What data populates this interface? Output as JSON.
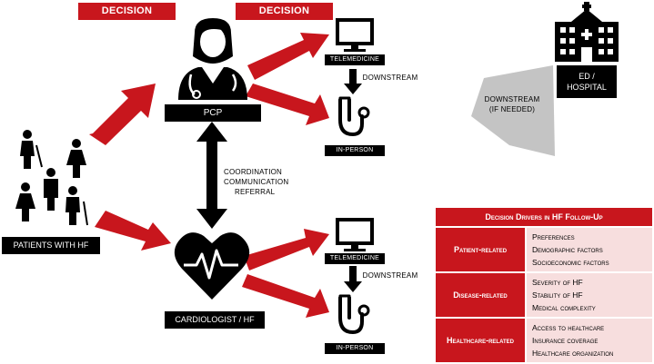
{
  "decisions": {
    "left": "DECISION",
    "right": "DECISION"
  },
  "nodes": {
    "pcp": "PCP",
    "cardiologist": "CARDIOLOGIST / HF",
    "patients": "PATIENTS WITH HF",
    "ed_hospital_line1": "ED /",
    "ed_hospital_line2": "HOSPITAL"
  },
  "modes": {
    "top_telemedicine": "TELEMEDICINE",
    "top_in_person": "IN-PERSON",
    "bottom_telemedicine": "TELEMEDICINE",
    "bottom_in_person": "IN-PERSON"
  },
  "annotations": {
    "downstream_top": "DOWNSTREAM",
    "downstream_bottom": "DOWNSTREAM",
    "downstream_hospital_line1": "DOWNSTREAM",
    "downstream_hospital_line2": "(IF NEEDED)",
    "coordination": "COORDINATION",
    "communication": "COMMUNICATION",
    "referral": "REFERRAL"
  },
  "drivers": {
    "title": "Decision Drivers in HF Follow-Up",
    "rows": [
      {
        "category": "Patient-related",
        "items": [
          "Preferences",
          "Demographic factors",
          "Socioeconomic factors"
        ]
      },
      {
        "category": "Disease-related",
        "items": [
          "Severity of HF",
          "Stability of HF",
          "Medical complexity"
        ]
      },
      {
        "category": "Healthcare-related",
        "items": [
          "Access to healthcare",
          "Insurance coverage",
          "Healthcare organization"
        ]
      }
    ]
  },
  "colors": {
    "accent": "#c8161d",
    "dark": "#000000",
    "pentagon": "#c4c4c4",
    "light_red": "#f7dede"
  }
}
